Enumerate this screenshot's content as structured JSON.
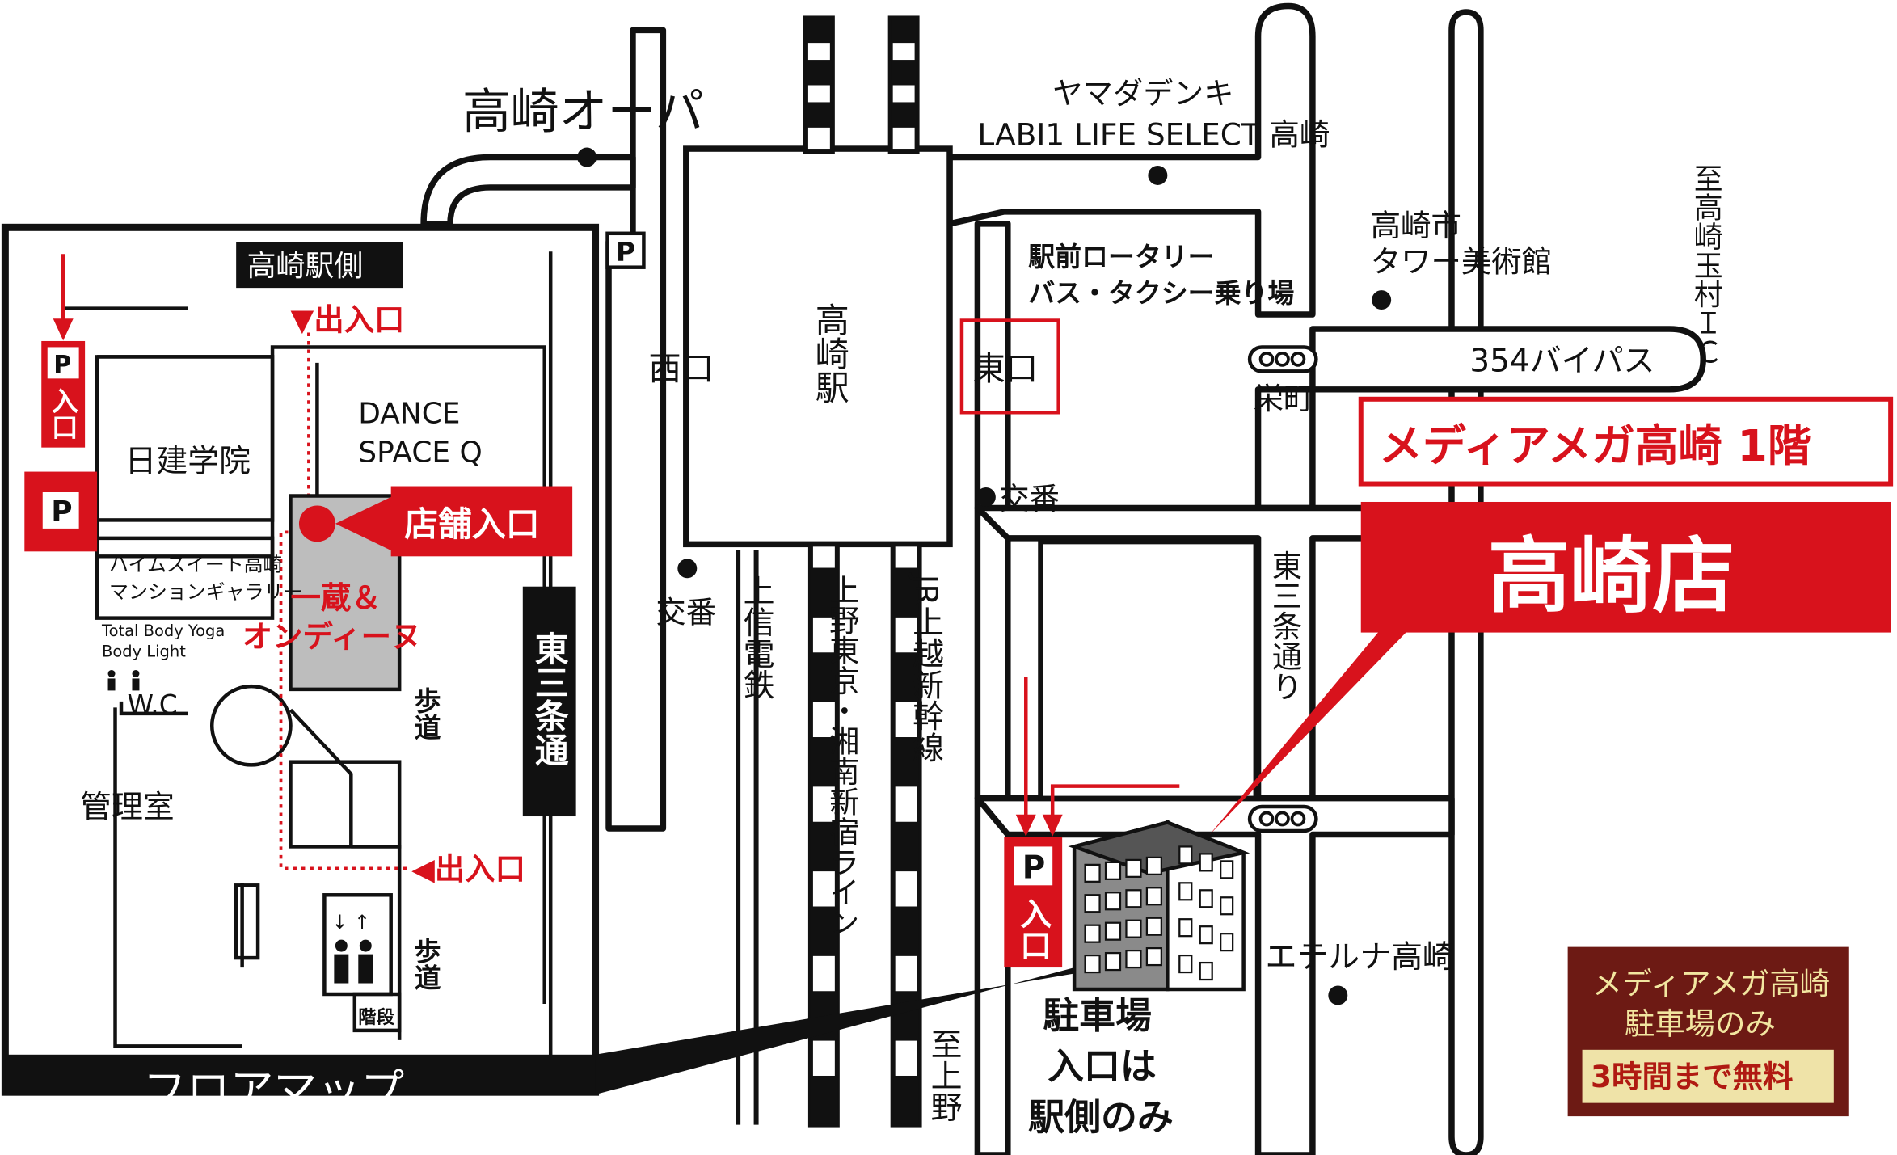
{
  "colors": {
    "accent": "#d8121c",
    "ink": "#111111",
    "gray": "#bdbdbd",
    "panel_bg": "#6d1a14",
    "panel_text": "#f2e6a0"
  },
  "icons": [
    "parking-icon",
    "elevator-icon",
    "restroom-icon",
    "traffic-signal-icon",
    "store-pin-icon",
    "building-icon"
  ],
  "floor_map": {
    "station_side": "高崎駅側",
    "parking_sign": "P",
    "parking_entrance": "入口",
    "entrance_top": "▼出入口",
    "entrance_bottom": "◀出入口",
    "nikken": "日建学院",
    "dance": [
      "DANCE",
      "SPACE Q"
    ],
    "store_entrance": "店舗入口",
    "heim": [
      "ハイムスイート高崎",
      "マンションギャラリー"
    ],
    "yoga": [
      "Total Body Yoga",
      "Body Light"
    ],
    "wc": "W.C",
    "ichikura": [
      "一蔵＆",
      "オンディーヌ"
    ],
    "sidewalk": "歩道",
    "higashi_sanjo": "東三条通",
    "kanri": "管理室",
    "stairs": "階段",
    "footer": "フロアマップ"
  },
  "area_map": {
    "takasaki_opa": "高崎オーパ",
    "yamada": [
      "ヤマダデンキ",
      "LABI1 LIFE SELECT 高崎"
    ],
    "rotary": [
      "駅前ロータリー",
      "バス・タクシー乗り場"
    ],
    "art_museum": [
      "高崎市",
      "タワー美術館"
    ],
    "to_tamamura": "至高崎玉村ＩＣ",
    "bypass": "354バイパス",
    "sakaemachi": "栄町",
    "west_exit": "西口",
    "station": "高崎駅",
    "east_exit": "東口",
    "koban": "交番",
    "joshin": "上信電鉄",
    "ueno_tokyo": "上野東京・湘南新宿ライン",
    "joetsu": "JR上越新幹線",
    "higashi_sanjo_dori": "東三条通り",
    "etelna": "エテルナ高崎",
    "to_ueno": "至上野",
    "parking_note": [
      "駐車場",
      "入口は",
      "駅側のみ"
    ],
    "parking_sign": "P",
    "parking_entrance": "入口"
  },
  "store": {
    "floor_label": "メディアメガ高崎 1階",
    "name": "高崎店"
  },
  "panel": {
    "line1": "メディアメガ高崎",
    "line2": "駐車場のみ",
    "free": "3時間まで無料"
  }
}
